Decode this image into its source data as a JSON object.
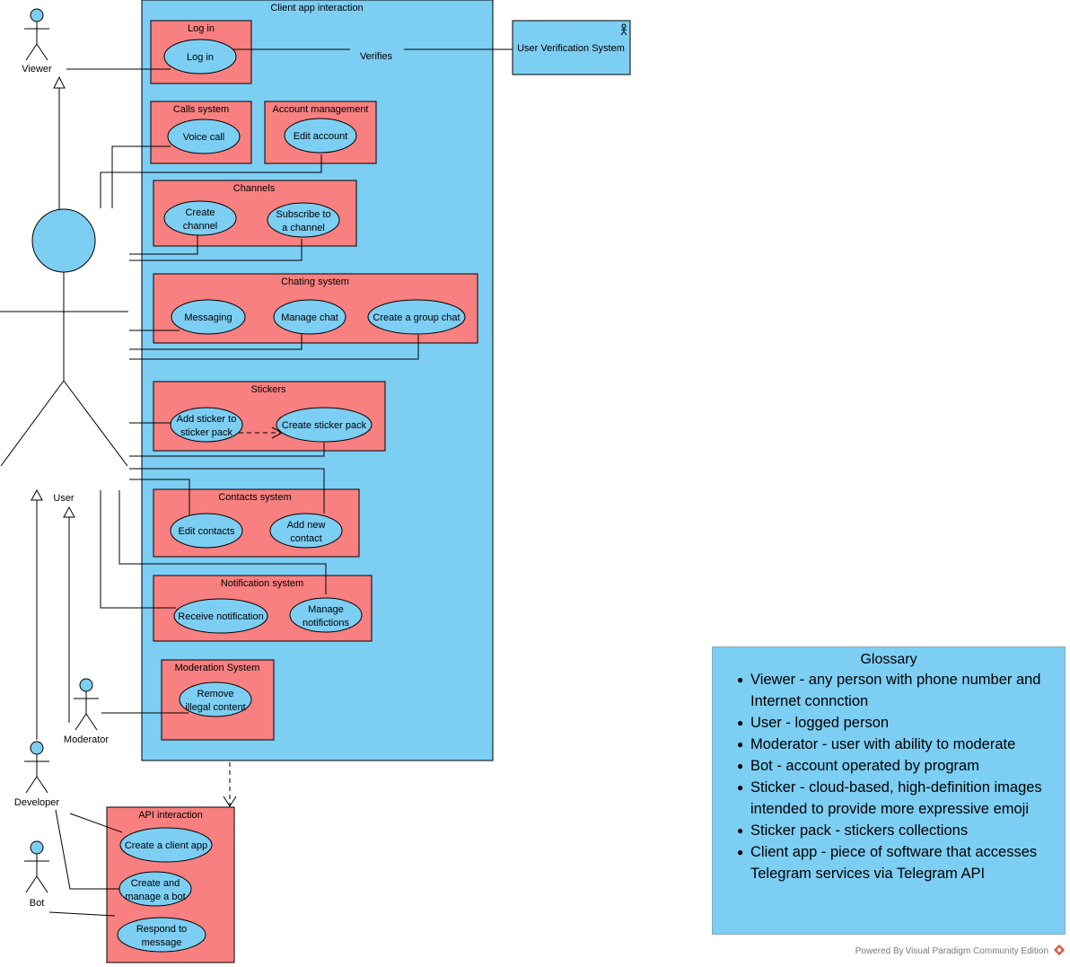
{
  "diagram": {
    "title": "Client app interaction",
    "actors": {
      "viewer": "Viewer",
      "user": "User",
      "moderator": "Moderator",
      "developer": "Developer",
      "bot": "Bot",
      "verification": "User Verification System"
    },
    "relation_labels": {
      "verifies": "Verifies"
    },
    "packages": [
      {
        "id": "login",
        "title": "Log in",
        "use_cases": [
          "Log in"
        ]
      },
      {
        "id": "calls",
        "title": "Calls system",
        "use_cases": [
          "Voice call"
        ]
      },
      {
        "id": "account",
        "title": "Account management",
        "use_cases": [
          "Edit account"
        ]
      },
      {
        "id": "channels",
        "title": "Channels",
        "use_cases": [
          [
            "Create",
            "channel"
          ],
          [
            "Subscribe to",
            "a channel"
          ]
        ]
      },
      {
        "id": "chatting",
        "title": "Chating system",
        "use_cases": [
          "Messaging",
          "Manage chat",
          "Create a group chat"
        ]
      },
      {
        "id": "stickers",
        "title": "Stickers",
        "use_cases": [
          [
            "Add sticker to",
            "sticker pack"
          ],
          "Create sticker pack"
        ]
      },
      {
        "id": "contacts",
        "title": "Contacts system",
        "use_cases": [
          "Edit contacts",
          [
            "Add new",
            "contact"
          ]
        ]
      },
      {
        "id": "notifications",
        "title": "Notification system",
        "use_cases": [
          "Receive notification",
          [
            "Manage",
            "notifictions"
          ]
        ]
      },
      {
        "id": "moderation",
        "title": "Moderation System",
        "use_cases": [
          [
            "Remove",
            "illegal content"
          ]
        ]
      },
      {
        "id": "api",
        "title": "API interaction",
        "use_cases": [
          "Create a client app",
          [
            "Create and",
            "manage a bot"
          ],
          [
            "Respond to",
            "message"
          ]
        ]
      }
    ]
  },
  "glossary": {
    "title": "Glossary",
    "items": [
      "Viewer - any person with phone number and Internet connction",
      "User - logged person",
      "Moderator - user with ability to moderate",
      "Bot - account operated by program",
      "Sticker - cloud-based, high-definition images intended to provide more expressive emoji",
      "Sticker pack - stickers collections",
      "Client app - piece of software that accesses Telegram services via Telegram API"
    ]
  },
  "footer": "Powered By Visual Paradigm Community Edition",
  "colors": {
    "system_fill": "#7dcef3",
    "package_fill": "#f88080",
    "usecase_fill": "#7dcef3",
    "stroke": "#000000"
  }
}
